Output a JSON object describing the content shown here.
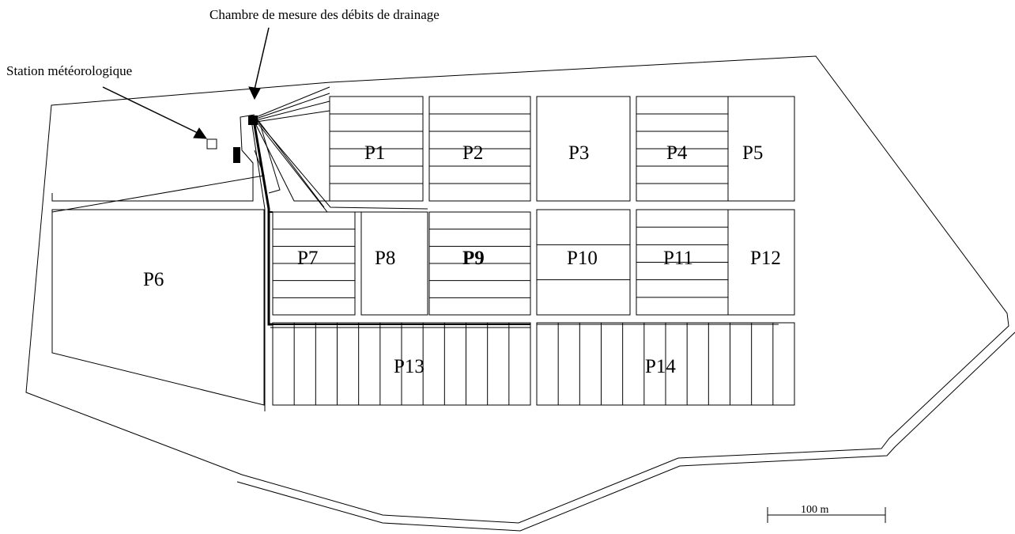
{
  "annotations": {
    "drainage_chamber": "Chambre de mesure des débits de drainage",
    "weather_station": "Station météorologique"
  },
  "plots": [
    {
      "id": "P1",
      "label": "P1",
      "bold": false,
      "drains": "horizontal"
    },
    {
      "id": "P2",
      "label": "P2",
      "bold": false,
      "drains": "horizontal"
    },
    {
      "id": "P3",
      "label": "P3",
      "bold": false,
      "drains": "none"
    },
    {
      "id": "P4",
      "label": "P4",
      "bold": false,
      "drains": "horizontal"
    },
    {
      "id": "P5",
      "label": "P5",
      "bold": false,
      "drains": "none"
    },
    {
      "id": "P6",
      "label": "P6",
      "bold": false,
      "drains": "none"
    },
    {
      "id": "P7",
      "label": "P7",
      "bold": false,
      "drains": "horizontal"
    },
    {
      "id": "P8",
      "label": "P8",
      "bold": false,
      "drains": "none"
    },
    {
      "id": "P9",
      "label": "P9",
      "bold": true,
      "drains": "horizontal"
    },
    {
      "id": "P10",
      "label": "P10",
      "bold": false,
      "drains": "horizontal"
    },
    {
      "id": "P11",
      "label": "P11",
      "bold": false,
      "drains": "horizontal"
    },
    {
      "id": "P12",
      "label": "P12",
      "bold": false,
      "drains": "none"
    },
    {
      "id": "P13",
      "label": "P13",
      "bold": false,
      "drains": "vertical"
    },
    {
      "id": "P14",
      "label": "P14",
      "bold": false,
      "drains": "vertical"
    }
  ],
  "scale_bar": {
    "label": "100 m"
  },
  "colors": {
    "line": "#000000",
    "background": "#ffffff"
  }
}
